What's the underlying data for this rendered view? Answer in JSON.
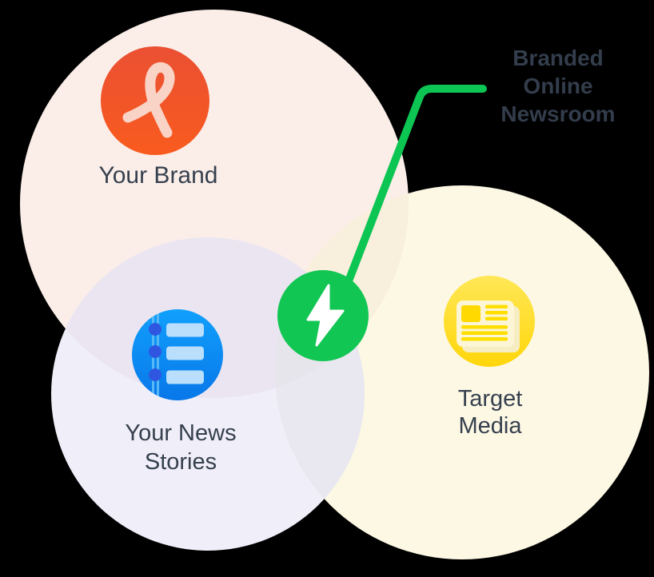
{
  "diagram_title": "Branded Online Newsroom venn diagram",
  "colors": {
    "background": "#000000",
    "accent_green": "#0CC553",
    "node_text": "#36404E",
    "callout_text": "#333D4C",
    "brand_circle_fill": "#FBEEE9",
    "news_circle_fill": "#F0EFF9",
    "media_circle_fill": "#FCF8E4",
    "overlap_brand_media": "#F8EFDC",
    "overlap_brand_news": "#EAE5F1",
    "overlap_news_media": "#E9E8F0",
    "overlap_all": "#E7E5EC",
    "brand_icon_orange": "#F2542A",
    "brand_icon_ribbon": "#F9D3C6",
    "news_icon_blue": "#0D8DF3",
    "news_icon_rows": "#B9DFFC",
    "news_icon_dots": "#2E56E0",
    "media_icon_yellow": "#FFDE2E",
    "media_icon_paper": "#FCF6D6"
  },
  "nodes": {
    "brand": {
      "label": "Your Brand",
      "icon": "ribbon-icon"
    },
    "news": {
      "label_line1": "Your News",
      "label_line2": "Stories",
      "icon": "list-timeline-icon"
    },
    "media": {
      "label_line1": "Target",
      "label_line2": "Media",
      "icon": "newspaper-icon"
    }
  },
  "callout": {
    "label_line1": "Branded",
    "label_line2": "Online",
    "label_line3": "Newsroom",
    "icon": "lightning-icon"
  }
}
